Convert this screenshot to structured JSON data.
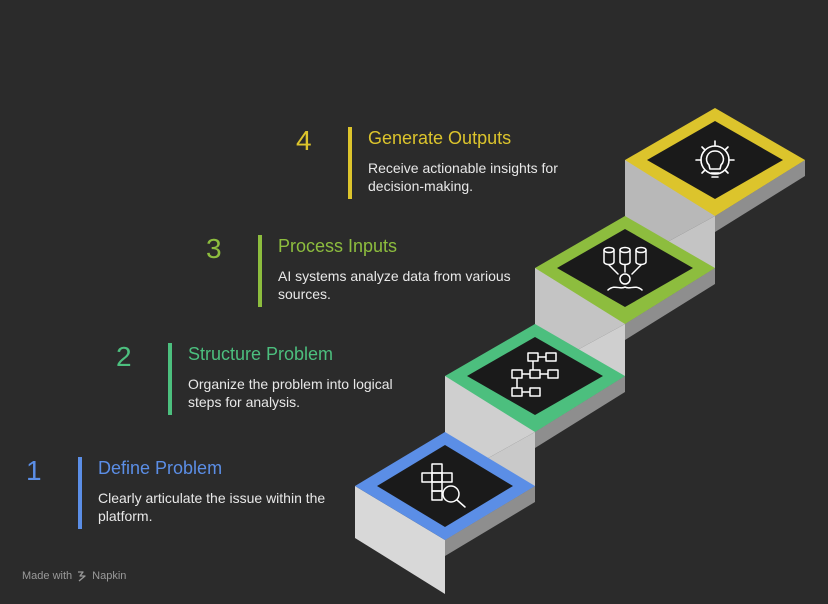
{
  "steps": [
    {
      "number": "1",
      "title": "Define Problem",
      "description": "Clearly articulate the issue within the platform.",
      "color": "#5b8ee6",
      "icon": "search-grid-icon"
    },
    {
      "number": "2",
      "title": "Structure Problem",
      "description": "Organize the problem into logical steps for analysis.",
      "color": "#4cbf7e",
      "icon": "flowchart-icon"
    },
    {
      "number": "3",
      "title": "Process Inputs",
      "description": "AI systems analyze data from various sources.",
      "color": "#8dbd3e",
      "icon": "database-process-icon"
    },
    {
      "number": "4",
      "title": "Generate Outputs",
      "description": "Receive actionable insights for decision-making.",
      "color": "#dcc42c",
      "icon": "lightbulb-gear-icon"
    }
  ],
  "footer": {
    "prefix": "Made with",
    "brand": "Napkin"
  }
}
